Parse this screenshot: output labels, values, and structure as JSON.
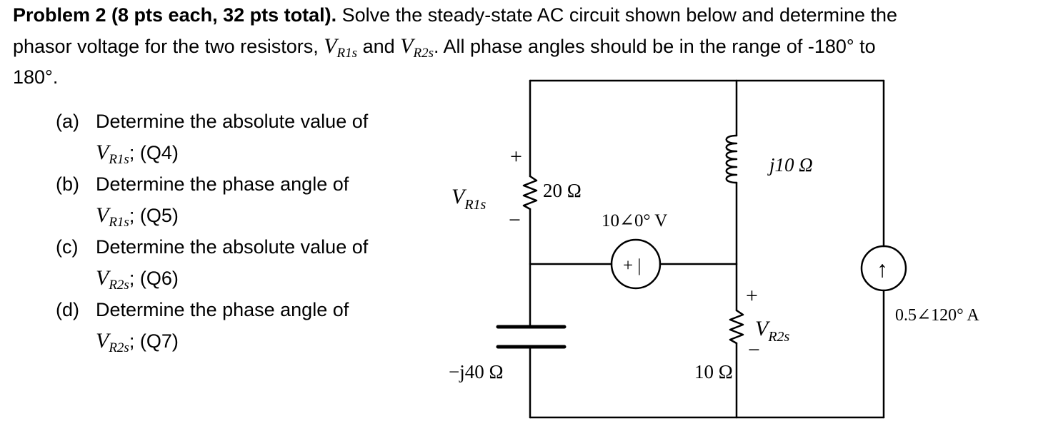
{
  "problem": {
    "heading": "Problem 2 (8 pts each, 32 pts total).",
    "intro_1": "Solve the steady-state AC circuit shown below and determine the",
    "intro_2": "phasor voltage for the two resistors,",
    "var_r1": "V",
    "var_r1_sub": "R1s",
    "and": "and",
    "var_r2": "V",
    "var_r2_sub": "R2s",
    "intro_3": ". All phase angles should be in the range of -180° to",
    "intro_4": "180°."
  },
  "questions": [
    {
      "label": "(a)",
      "text": "Determine the absolute value of",
      "var": "V",
      "sub": "R1s",
      "tail": "; (Q4)"
    },
    {
      "label": "(b)",
      "text": "Determine the phase angle of",
      "var": "V",
      "sub": "R1s",
      "tail": "; (Q5)"
    },
    {
      "label": "(c)",
      "text": "Determine the absolute value of",
      "var": "V",
      "sub": "R2s",
      "tail": "; (Q6)"
    },
    {
      "label": "(d)",
      "text": "Determine the phase angle of",
      "var": "V",
      "sub": "R2s",
      "tail": "; (Q7)"
    }
  ],
  "circuit": {
    "r1_label": "20 Ω",
    "r1_var": "V",
    "r1_var_sub": "R1s",
    "r1_plus": "+",
    "r1_minus": "−",
    "inductor_label": "j10 Ω",
    "vsource_label": "10∠0° V",
    "vsource_symbol": "+ |",
    "capacitor_label": "−j40 Ω",
    "r2_label": "10 Ω",
    "r2_var": "V",
    "r2_var_sub": "R2s",
    "r2_plus": "+",
    "r2_minus": "−",
    "isource_label": "0.5∠120° A",
    "isource_symbol": "↑"
  }
}
